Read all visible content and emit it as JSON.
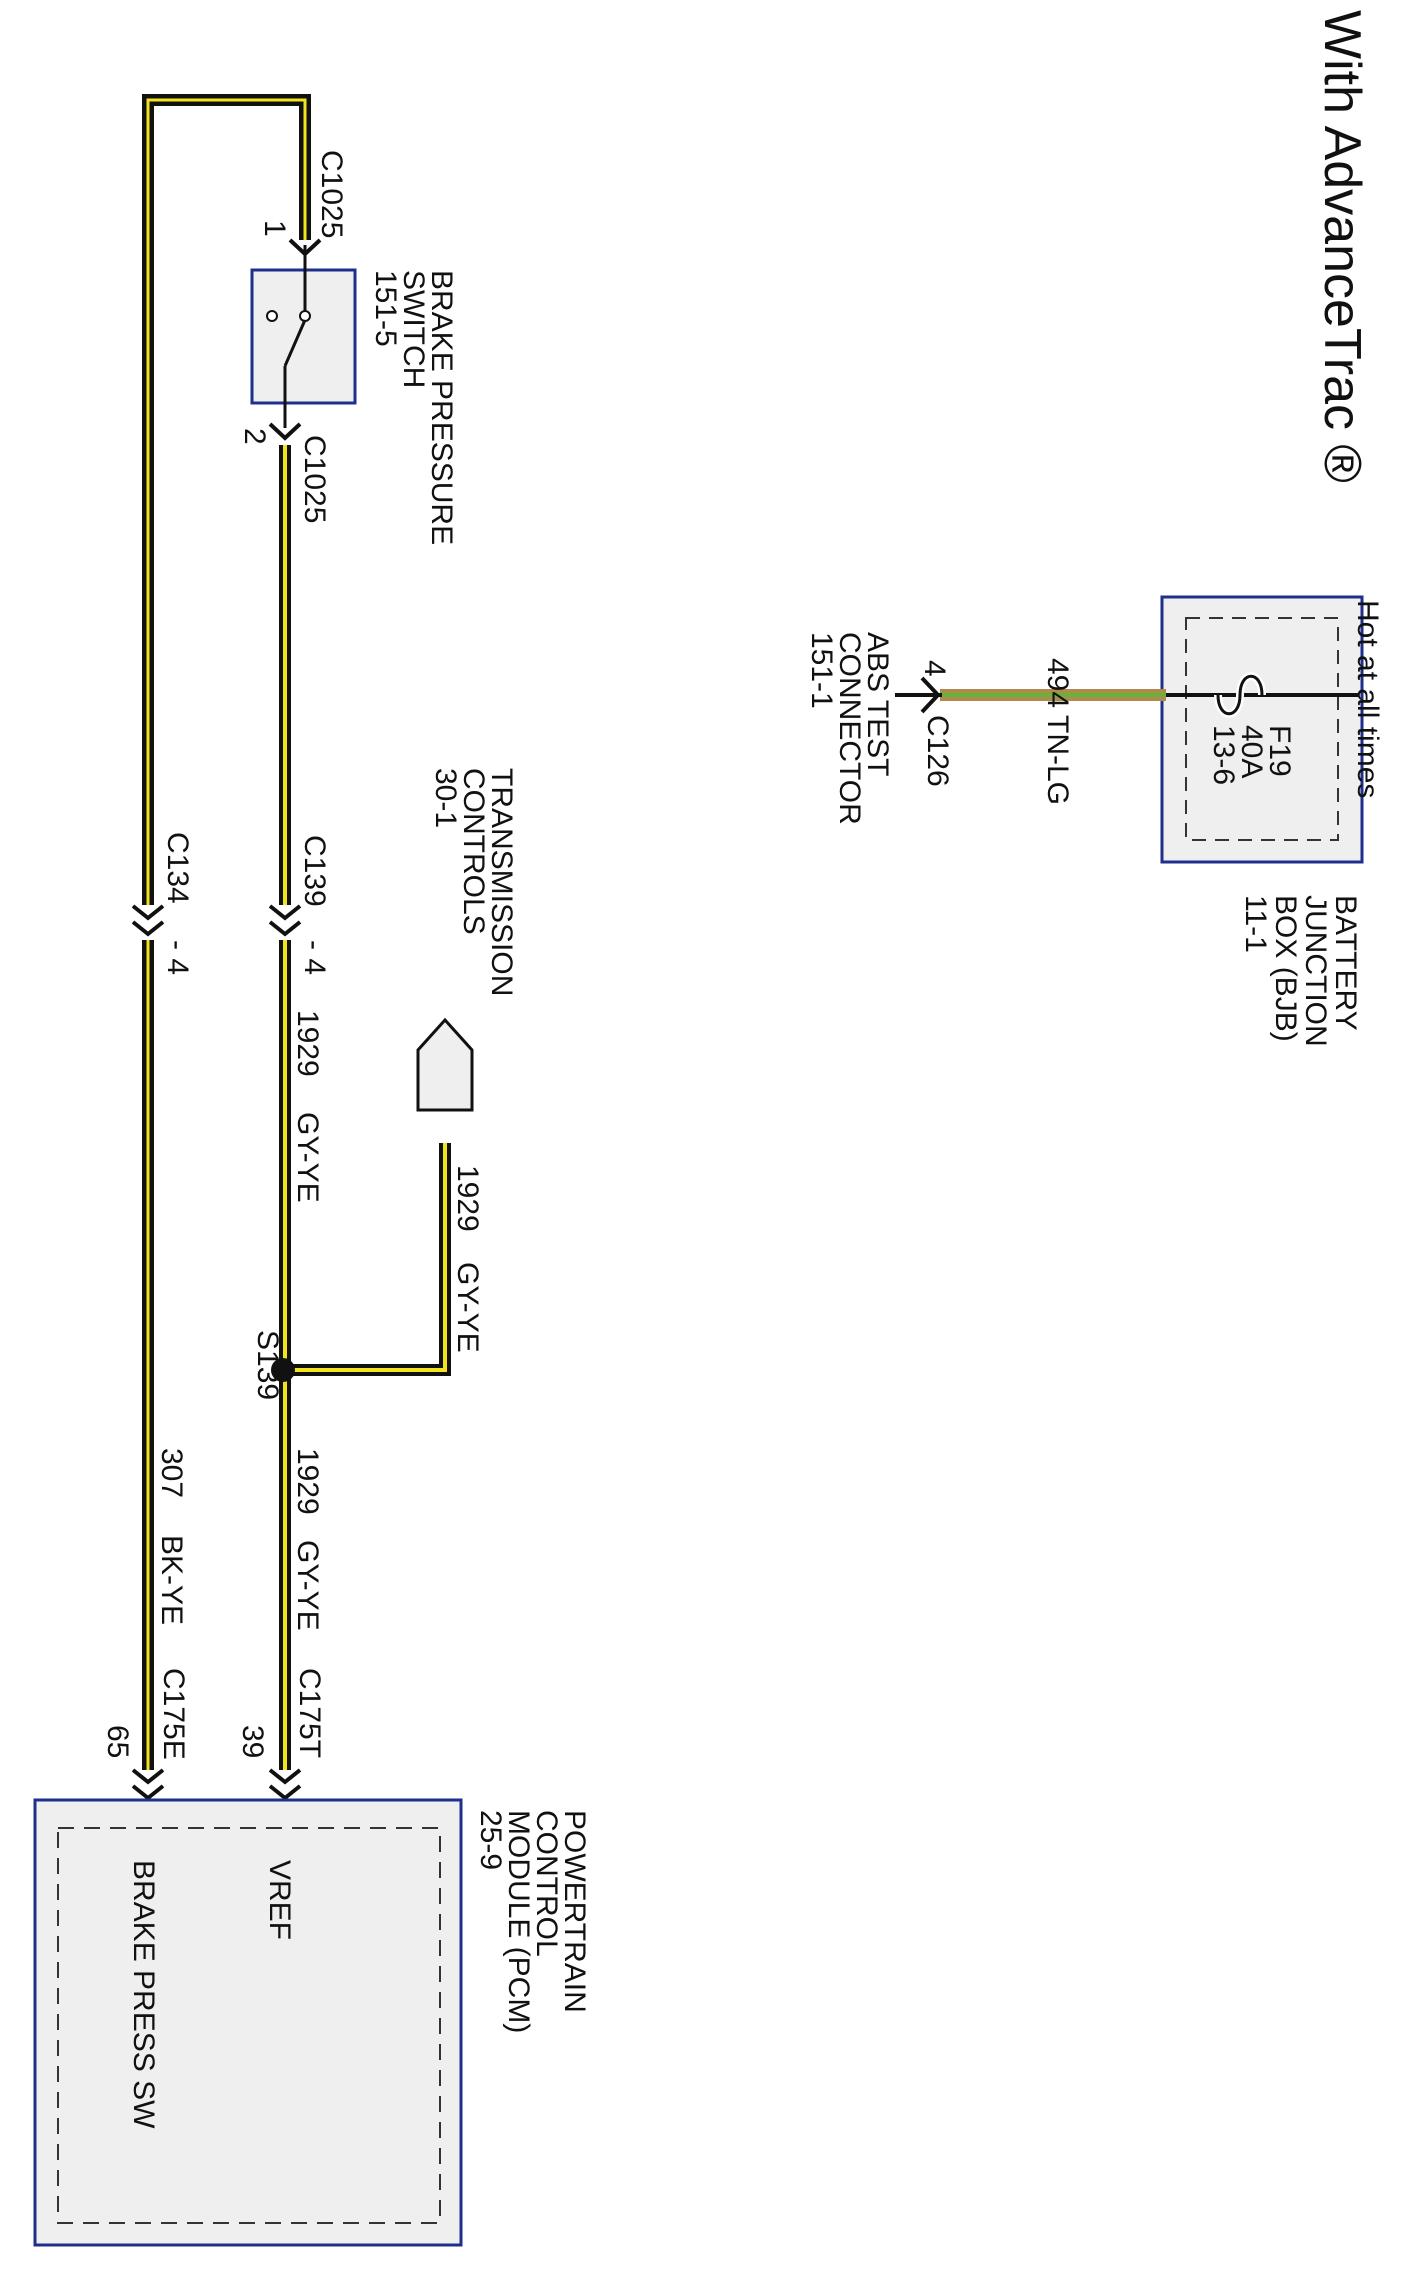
{
  "title": "With AdvanceTrac ®",
  "colors": {
    "wire_bk": "#111111",
    "wire_ye": "#f2e31a",
    "wire_tn": "#b08a4a",
    "wire_lg": "#62b43a",
    "component_border": "#1e2f8c",
    "component_fill": "#efefef"
  },
  "battery_junction_box": {
    "caption": [
      "BATTERY",
      "JUNCTION",
      "BOX (BJB)",
      "11-1"
    ],
    "note": "Hot at all times",
    "fuse": [
      "F19",
      "40A",
      "13-6"
    ]
  },
  "abs_wire": {
    "circuit": "494",
    "color_code": "TN-LG"
  },
  "abs_connector": {
    "caption": [
      "ABS TEST",
      "CONNECTOR",
      "151-1"
    ],
    "pin": "4",
    "connector_id": "C126"
  },
  "brake_pressure_switch": {
    "caption": [
      "BRAKE PRESSURE",
      "SWITCH",
      "151-5"
    ],
    "top_connector": "C1025",
    "top_pin": "1",
    "bottom_connector": "C1025",
    "bottom_pin": "2"
  },
  "transmission_controls": {
    "caption": [
      "TRANSMISSION",
      "CONTROLS",
      "30-1"
    ],
    "wire_circuit": "1929",
    "wire_color": "GY-YE"
  },
  "inline_connectors": {
    "c139": "C139",
    "c139_pin": "- 4",
    "c134": "C134",
    "c134_pin": "- 4"
  },
  "wire_1929_upper": {
    "circuit": "1929",
    "color_code": "GY-YE"
  },
  "wire_1929_lower": {
    "circuit": "1929",
    "color_code": "GY-YE"
  },
  "splice": "S139",
  "wire_307": {
    "circuit": "307",
    "color_code": "BK-YE"
  },
  "pcm": {
    "caption": [
      "POWERTRAIN",
      "CONTROL",
      "MODULE (PCM)",
      "25-9"
    ],
    "vref_label": "VREF",
    "vref_connector": "C175T",
    "vref_pin": "39",
    "brake_label": "BRAKE PRESS SW",
    "brake_connector": "C175E",
    "brake_pin": "65"
  }
}
